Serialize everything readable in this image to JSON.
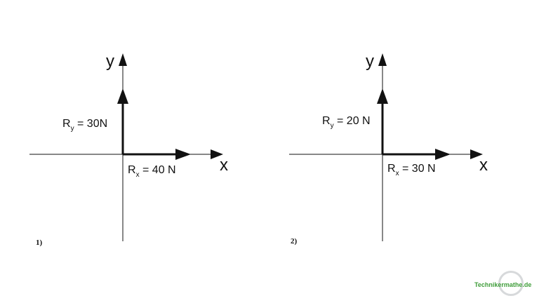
{
  "diagrams": [
    {
      "panel_number": "1)",
      "x_axis_label": "x",
      "y_axis_label": "y",
      "ry": {
        "prefix": "R",
        "sub": "y",
        "text": " = 30N"
      },
      "rx": {
        "prefix": "R",
        "sub": "x",
        "text": " = 40 N"
      }
    },
    {
      "panel_number": "2)",
      "x_axis_label": "x",
      "y_axis_label": "y",
      "ry": {
        "prefix": "R",
        "sub": "y",
        "text": " = 20 N"
      },
      "rx": {
        "prefix": "R",
        "sub": "x",
        "text": " = 30 N"
      }
    }
  ],
  "watermark": {
    "text": "Technikermathe.de"
  },
  "colors": {
    "lines": "#111111",
    "watermark_green": "#3f9d3a",
    "watermark_grey": "#d7d9db"
  }
}
